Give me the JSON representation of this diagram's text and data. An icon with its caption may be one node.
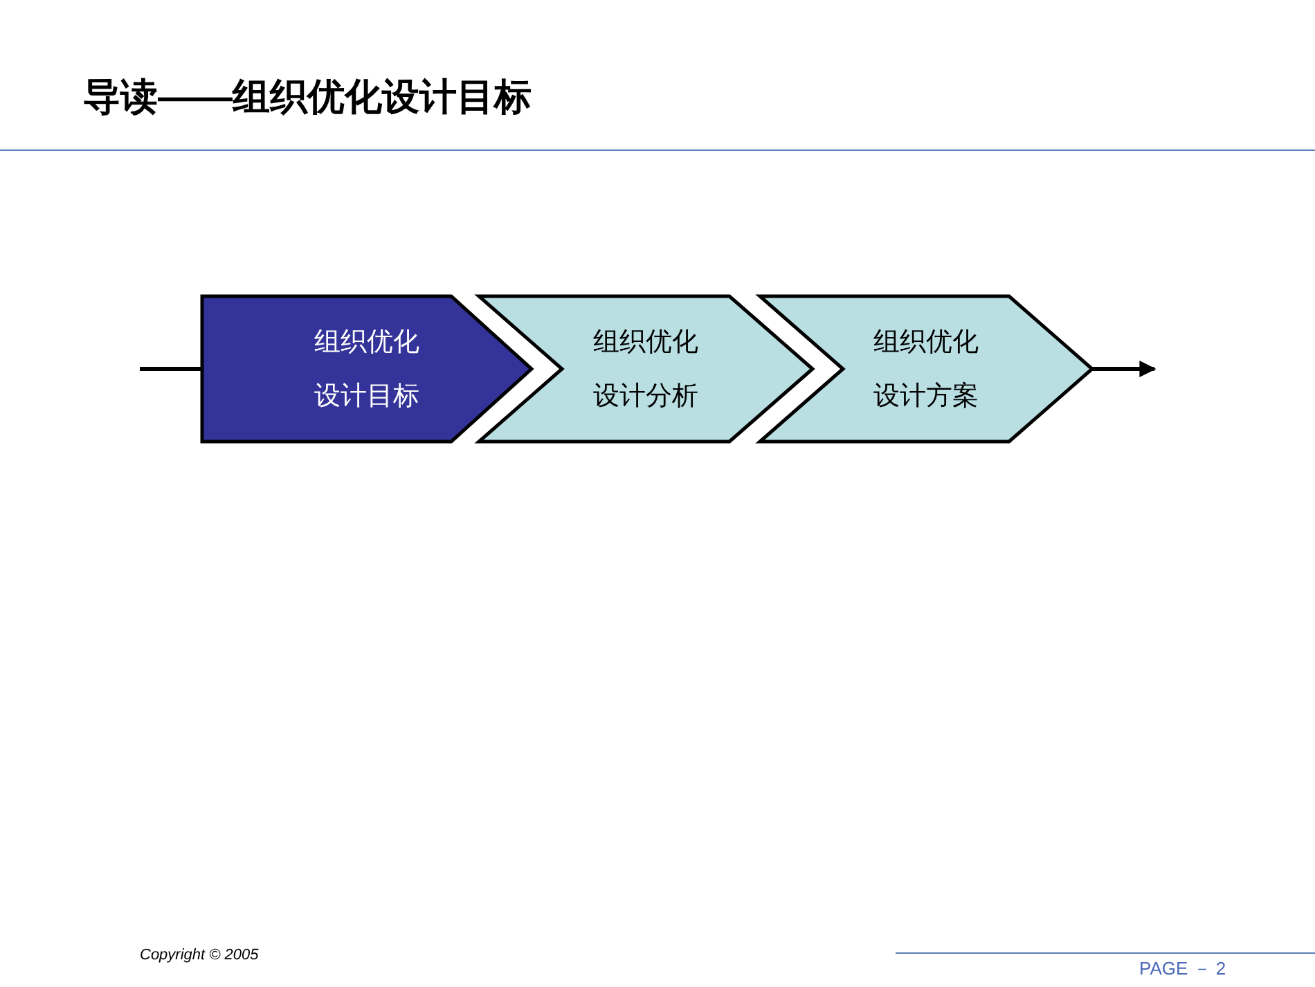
{
  "diagram": {
    "title": "导读——组织优化设计目标",
    "nodes": [
      {
        "text": [
          "组织优化设计目标"
        ]
      },
      {
        "text": [
          "组织优化设计分析"
        ]
      },
      {
        "text": [
          "组织优化设计方案"
        ]
      }
    ],
    "edges": [
      {
        "from": null,
        "to": 0,
        "arrow": "none"
      },
      {
        "from": 2,
        "to": null,
        "arrow": "to"
      }
    ],
    "labels": [
      "Copyright © 2005",
      "PAGE － 2"
    ]
  }
}
